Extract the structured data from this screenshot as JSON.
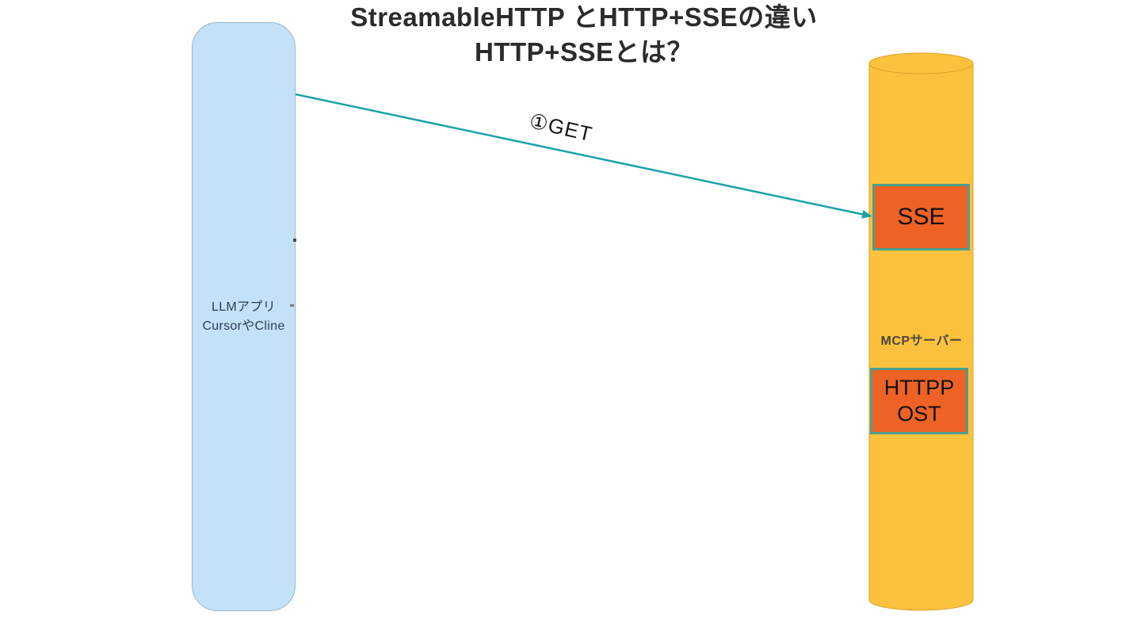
{
  "title": {
    "line1": "StreamableHTTP とHTTP+SSEの違い",
    "line2": "HTTP+SSEとは？"
  },
  "client": {
    "line1": "LLMアプリ",
    "line2": "CursorやCline",
    "fill_color": "#C3E1F8",
    "border_color": "#9DB6C9",
    "text_color": "#2C3E50"
  },
  "server": {
    "label": "MCPサーバー",
    "shape": "cylinder",
    "fill_color": "#FCC23D",
    "stroke_color": "#DDA02A",
    "text_color": "#4A463C",
    "endpoints": [
      {
        "label": "SSE",
        "lines": [
          "SSE"
        ],
        "fill_color": "#EE6226",
        "border_color": "#4E9E8E"
      },
      {
        "label": "HTTPPOST",
        "lines": [
          "HTTPP",
          "OST"
        ],
        "fill_color": "#EE6226",
        "border_color": "#4E9E8E"
      }
    ]
  },
  "arrow": {
    "label": "①GET",
    "color": "#1CA3A8",
    "from": "LLMアプリ",
    "to": "SSE"
  }
}
